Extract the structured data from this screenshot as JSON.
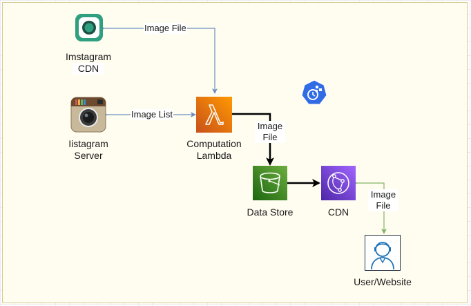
{
  "nodes": {
    "instagram_cdn": {
      "label_line1": "Imstagram",
      "label_line2": "CDN",
      "icon": "instagram-cdn-icon"
    },
    "instagram_server": {
      "label_line1": "Iistagram",
      "label_line2": "Server",
      "icon": "camera-icon"
    },
    "lambda": {
      "label_line1": "Computation",
      "label_line2": "Lambda",
      "icon": "lambda-icon",
      "color": "#ED7100"
    },
    "data_store": {
      "label": "Data Store",
      "icon": "s3-bucket-icon",
      "color": "#3F8624"
    },
    "cdn": {
      "label": "CDN",
      "icon": "cloudfront-icon",
      "color": "#8C4FFF"
    },
    "user": {
      "label": "User/Website",
      "icon": "user-icon"
    },
    "kubernetes": {
      "icon": "kubernetes-cronjob-icon",
      "color": "#326CE5"
    }
  },
  "edges": {
    "cdn_to_lambda": {
      "label": "Image File",
      "color": "#6c8ebf"
    },
    "server_to_lambda": {
      "label": "Image List",
      "color": "#6c8ebf"
    },
    "lambda_to_store": {
      "label_line1": "Image",
      "label_line2": "File",
      "color": "#000000"
    },
    "store_to_cdn": {
      "color": "#000000"
    },
    "cdn_to_user": {
      "label_line1": "Image",
      "label_line2": "File",
      "color": "#82b366"
    }
  }
}
